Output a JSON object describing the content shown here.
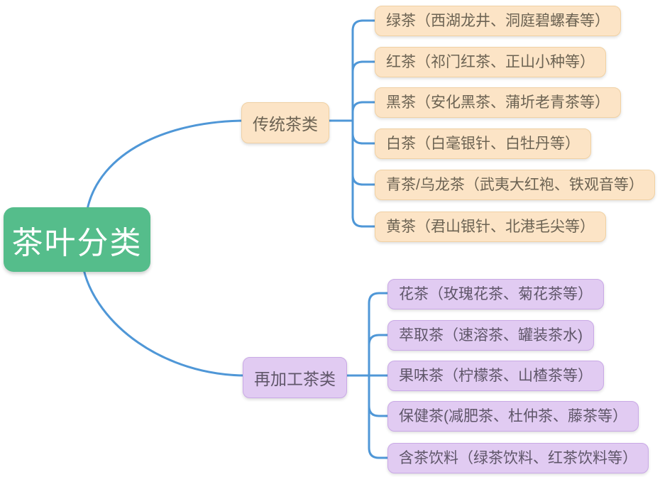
{
  "root": {
    "label": "茶叶分类"
  },
  "branches": [
    {
      "label": "传统茶类",
      "children": [
        "绿茶（西湖龙井、洞庭碧螺春等）",
        "红茶（祁门红茶、正山小种等）",
        "黑茶（安化黑茶、蒲圻老青茶等）",
        "白茶（白毫银针、白牡丹等）",
        "青茶/乌龙茶（武夷大红袍、铁观音等）",
        "黄茶（君山银针、北港毛尖等）"
      ]
    },
    {
      "label": "再加工茶类",
      "children": [
        "花茶（玫瑰花茶、菊花茶等）",
        "萃取茶（速溶茶、罐装茶水)",
        "果味茶（柠檬茶、山楂茶等）",
        "保健茶(减肥茶、杜仲茶、藤茶等）",
        "含茶饮料（绿茶饮料、红茶饮料等）"
      ]
    }
  ],
  "colors": {
    "root_fill": "#55bd8b",
    "root_text": "#ffffff",
    "traditional_fill": "#fce4c6",
    "traditional_border": "#f0d1a4",
    "traditional_text": "#6c6353",
    "reprocessed_fill": "#e1cbf2",
    "reprocessed_border": "#c9a9e6",
    "reprocessed_text": "#5f5669",
    "connector_line": "#4f97d7",
    "background": "#ffffff"
  }
}
